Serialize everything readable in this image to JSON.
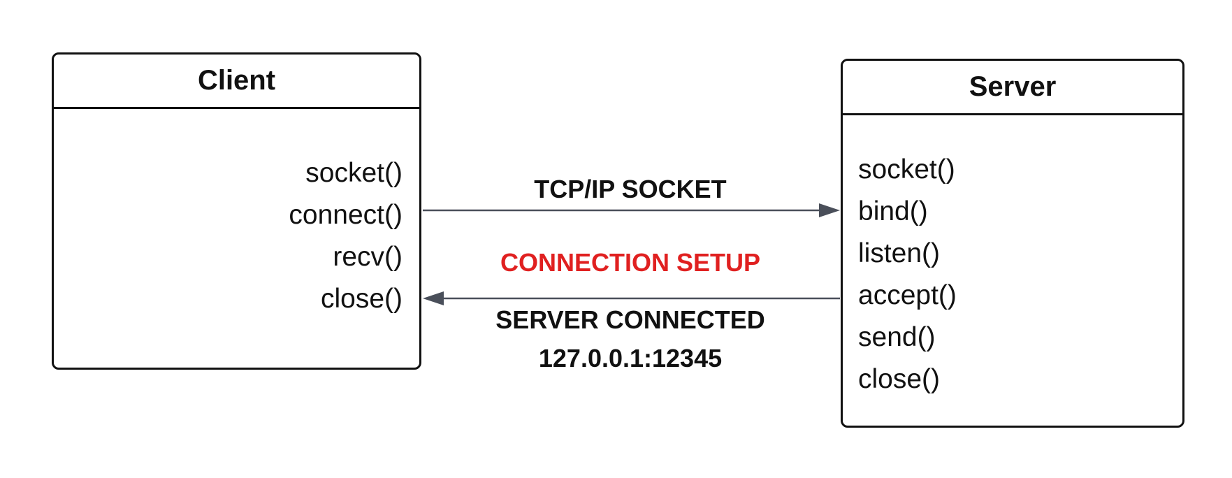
{
  "client": {
    "title": "Client",
    "methods": [
      "socket()",
      "connect()",
      "recv()",
      "close()"
    ]
  },
  "server": {
    "title": "Server",
    "methods": [
      "socket()",
      "bind()",
      "listen()",
      "accept()",
      "send()",
      "close()"
    ]
  },
  "messages": {
    "request_label": "TCP/IP SOCKET",
    "setup_label": "CONNECTION SETUP",
    "response_label": "SERVER CONNECTED",
    "address": "127.0.0.1:12345"
  },
  "colors": {
    "line": "#111111",
    "arrow": "#4a4f5a",
    "highlight": "#e02020"
  }
}
